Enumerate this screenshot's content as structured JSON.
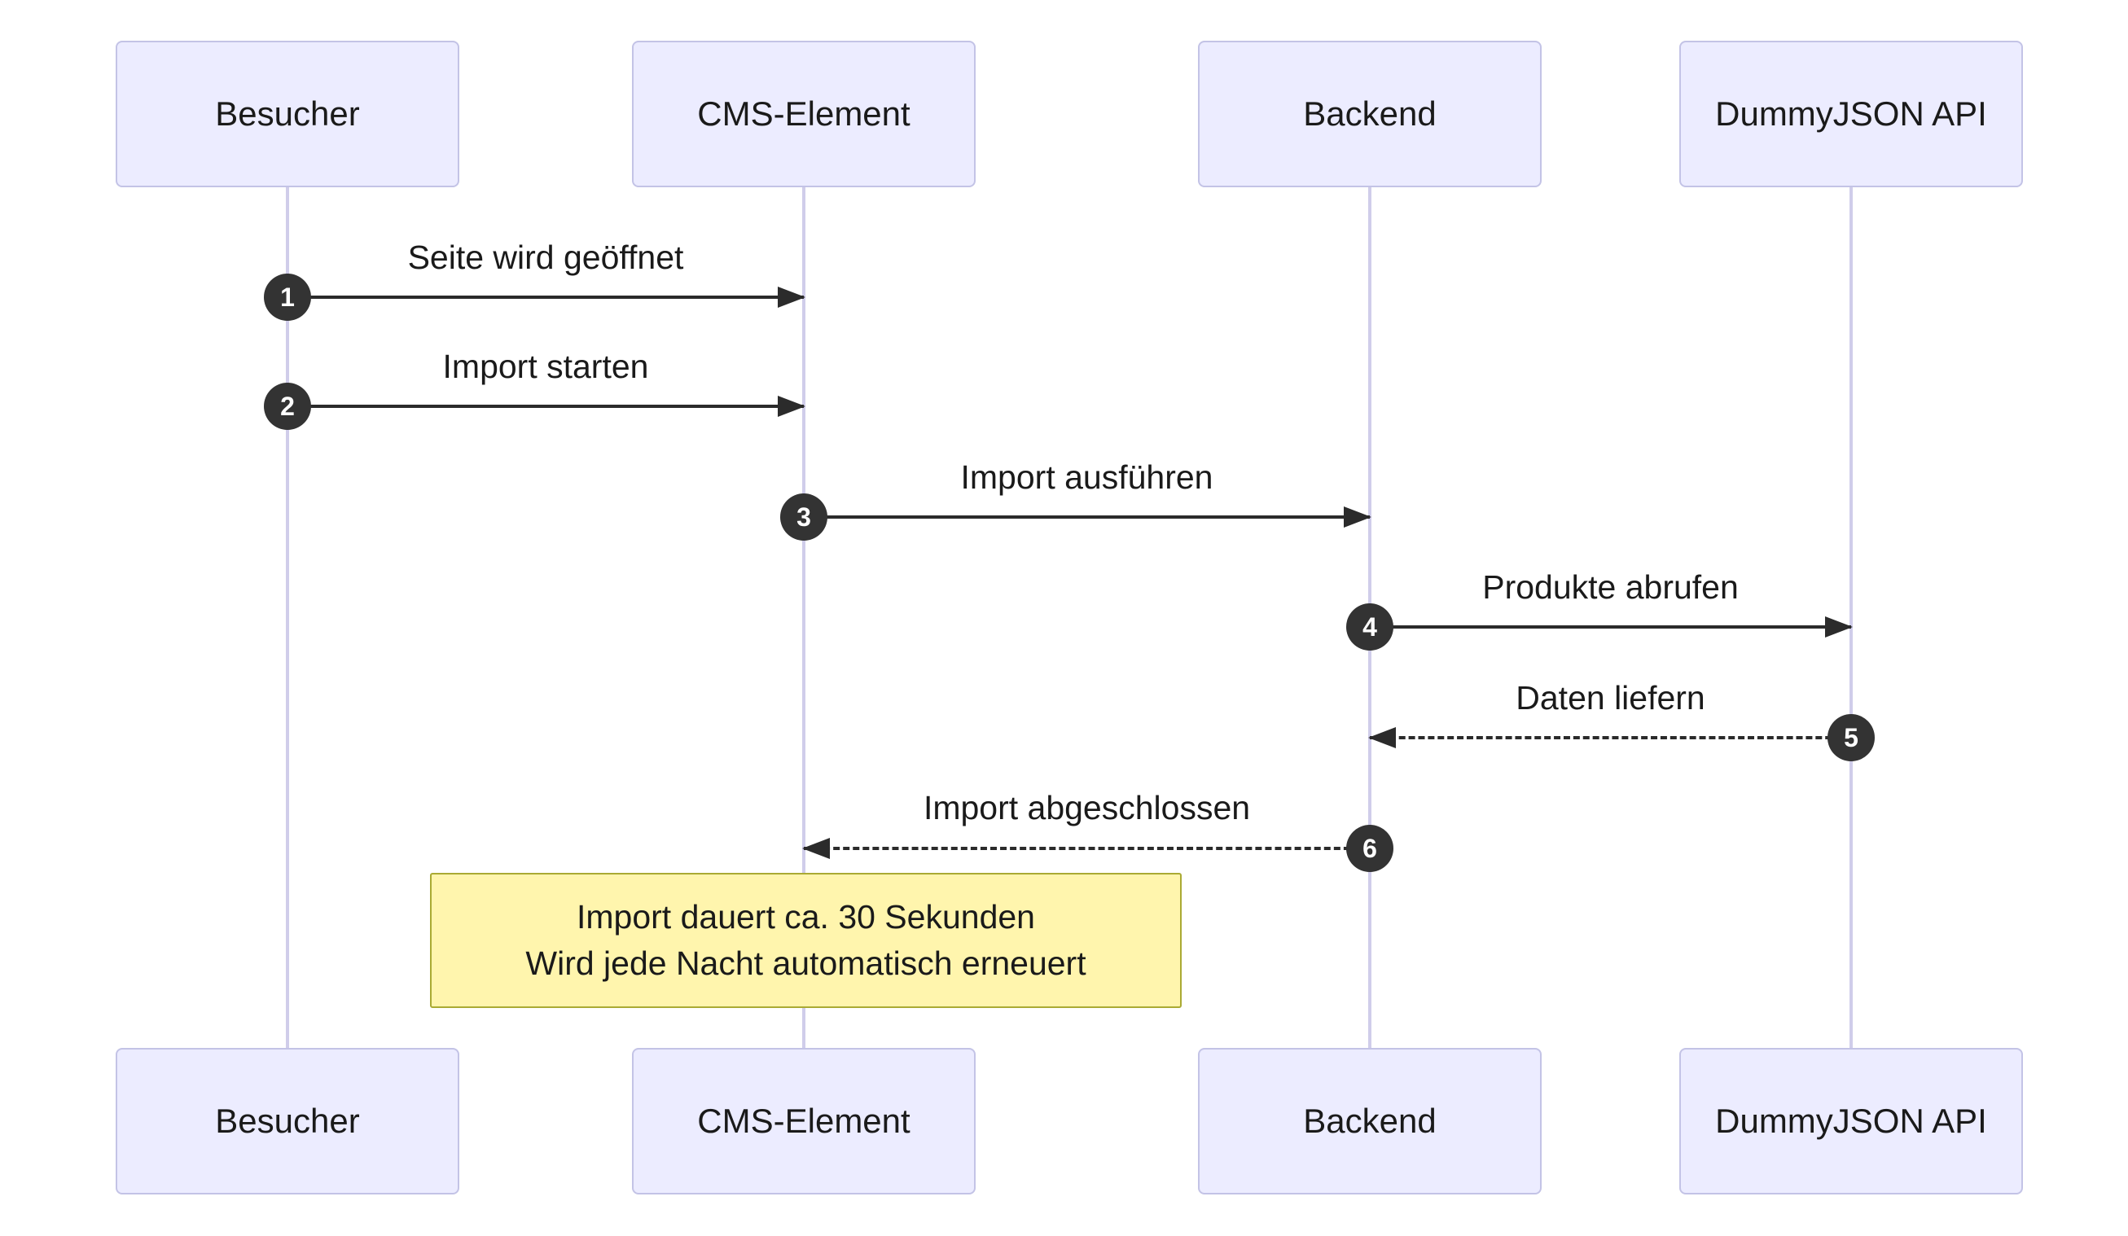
{
  "diagram": {
    "type": "sequence",
    "actors": [
      {
        "name": "Besucher"
      },
      {
        "name": "CMS-Element"
      },
      {
        "name": "Backend"
      },
      {
        "name": "DummyJSON API"
      }
    ],
    "messages": [
      {
        "num": "1",
        "label": "Seite wird geöffnet",
        "from": "Besucher",
        "to": "CMS-Element",
        "line": "solid"
      },
      {
        "num": "2",
        "label": "Import starten",
        "from": "Besucher",
        "to": "CMS-Element",
        "line": "solid"
      },
      {
        "num": "3",
        "label": "Import ausführen",
        "from": "CMS-Element",
        "to": "Backend",
        "line": "solid"
      },
      {
        "num": "4",
        "label": "Produkte abrufen",
        "from": "Backend",
        "to": "DummyJSON API",
        "line": "solid"
      },
      {
        "num": "5",
        "label": "Daten liefern",
        "from": "DummyJSON API",
        "to": "Backend",
        "line": "dashed"
      },
      {
        "num": "6",
        "label": "Import abgeschlossen",
        "from": "Backend",
        "to": "CMS-Element",
        "line": "dashed"
      }
    ],
    "note": {
      "lines": [
        "Import dauert ca. 30 Sekunden",
        "Wird jede Nacht automatisch erneuert"
      ]
    },
    "colors": {
      "actor_fill": "#ECECFF",
      "actor_border": "#C3C3E6",
      "lifeline": "#D0CDEA",
      "arrow": "#2B2B2B",
      "number_bg": "#333333",
      "note_fill": "#FFF5AD",
      "note_border": "#AAAA33"
    }
  }
}
